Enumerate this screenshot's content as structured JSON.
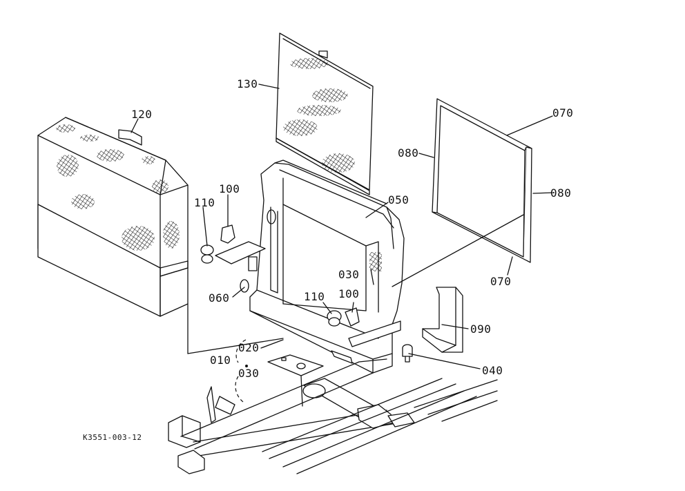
{
  "diagram": {
    "drawing_code": "K3551-003-12",
    "callouts": {
      "p130": "130",
      "p120": "120",
      "p070_top": "070",
      "p080_left": "080",
      "p080_right": "080",
      "p070_bottom": "070",
      "p100_left": "100",
      "p110_left": "110",
      "p050": "050",
      "p030_right": "030",
      "p060": "060",
      "p110_center": "110",
      "p100_center": "100",
      "p090": "090",
      "p020": "020",
      "p010": "010",
      "p030_left": "030",
      "p040": "040"
    }
  }
}
